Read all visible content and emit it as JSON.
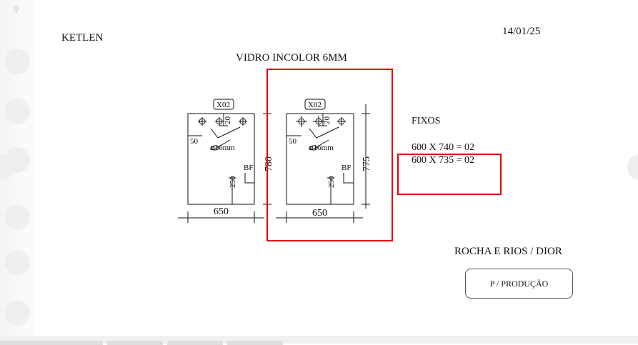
{
  "document": {
    "client": "KETLEN",
    "date": "14/01/25",
    "title": "VIDRO INCOLOR 6MM",
    "fixos": {
      "heading": "FIXOS",
      "items": [
        "600 X 740 = 02",
        "600 X 735 = 02"
      ]
    },
    "footer_name": "ROCHA E RIOS / DIOR",
    "production_label": "P / PRODUÇÃO"
  },
  "drawings": [
    {
      "tag": "X02",
      "width_label": "650",
      "height_label": "780",
      "dim_20": "20",
      "dim_50": "50",
      "hole_label": "⌀16mm",
      "dim_250": "250",
      "bf_label": "BF"
    },
    {
      "tag": "X02",
      "width_label": "650",
      "height_label": "775",
      "dim_20": "20",
      "dim_50": "50",
      "hole_label": "⌀16mm",
      "dim_250": "250",
      "bf_label": "BF"
    }
  ],
  "colors": {
    "highlight": "#e10000",
    "line": "#111111"
  },
  "icons": {
    "sidebar_search": "search-icon"
  }
}
